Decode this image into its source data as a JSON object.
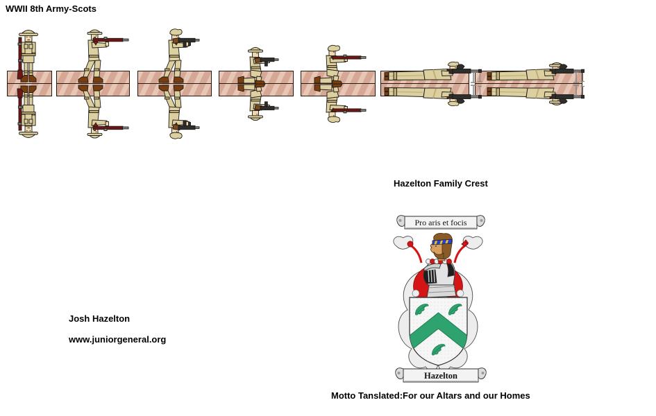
{
  "title": "WWII 8th Army-Scots",
  "credits": {
    "author": "Josh Hazelton",
    "website": "www.juniorgeneral.org"
  },
  "crest": {
    "heading": "Hazelton Family Crest",
    "motto": "Pro aris et focis",
    "family_name": "Hazelton",
    "motto_translated": "Motto Tanslated:For our Altars and our Homes"
  },
  "units": [
    {
      "id": 1,
      "pose": "standing-at-attention",
      "weapon": "lee-enfield rifle",
      "headgear": "brodie helmet"
    },
    {
      "id": 2,
      "pose": "standing-firing",
      "weapon": "lee-enfield rifle",
      "headgear": "brodie helmet"
    },
    {
      "id": 3,
      "pose": "standing-firing",
      "weapon": "thompson smg",
      "headgear": "tam cap"
    },
    {
      "id": 4,
      "pose": "kneeling-firing",
      "weapon": "thompson smg",
      "headgear": "brodie helmet"
    },
    {
      "id": 5,
      "pose": "kneeling-firing",
      "weapon": "lee-enfield rifle",
      "headgear": "tam cap"
    },
    {
      "id": 6,
      "pose": "prone-firing",
      "weapon": "bren gun",
      "headgear": "tam cap"
    },
    {
      "id": 7,
      "pose": "prone-firing",
      "weapon": "bren gun",
      "headgear": "brodie helmet"
    }
  ],
  "colors": {
    "background": "#ffffff",
    "text": "#000000",
    "base_fill": "#d5a795",
    "base_streak": "#e9c9b4",
    "base_border": "#26160d",
    "uniform_khaki": "#ddd0a0",
    "uniform_khaki_dark": "#bfae77",
    "skin": "#eed8af",
    "boot_brown": "#7a3d0e",
    "rifle_wood": "#6e1616",
    "smg_stock_wood": "#7b4b20",
    "gun_metal": "#8a8a8a",
    "gun_dark": "#2e2e2e",
    "scarf_red": "#8e1c1c",
    "outline": "#1f1a14",
    "crest_red": "#d51515",
    "crest_red_dark": "#8f0b0b",
    "crest_silver": "#ededed",
    "crest_green": "#2fa36f",
    "crest_green_dark": "#1e7a50",
    "crest_blue": "#2742d8",
    "crest_gold": "#e8c422",
    "crest_skin": "#d8a05e",
    "crest_hair": "#8a5a28",
    "scroll_fill": "#f3f3f3"
  }
}
